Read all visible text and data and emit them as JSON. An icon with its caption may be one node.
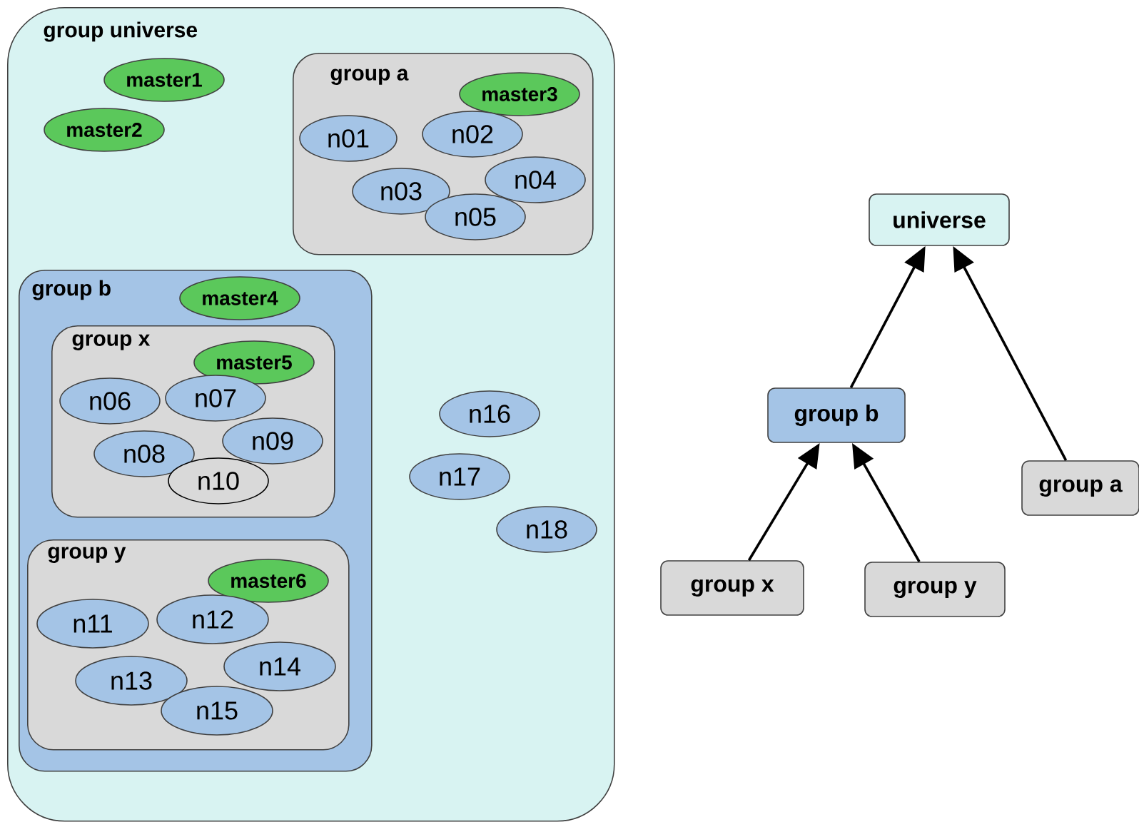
{
  "diagram": {
    "nodes": [
      {
        "text": [
          "group universe"
        ]
      },
      {
        "text": [
          "master1"
        ],
        "in": 0
      },
      {
        "text": [
          "master2"
        ],
        "in": 0
      },
      {
        "text": [
          "group a"
        ],
        "in": 0
      },
      {
        "text": [
          "master3"
        ],
        "in": 3
      },
      {
        "text": [
          "n01"
        ],
        "in": 3
      },
      {
        "text": [
          "n02"
        ],
        "in": 3
      },
      {
        "text": [
          "n03"
        ],
        "in": 3
      },
      {
        "text": [
          "n04"
        ],
        "in": 3
      },
      {
        "text": [
          "n05"
        ],
        "in": 3
      },
      {
        "text": [
          "group b"
        ],
        "in": 0
      },
      {
        "text": [
          "master4"
        ],
        "in": 10
      },
      {
        "text": [
          "group x"
        ],
        "in": 10
      },
      {
        "text": [
          "master5"
        ],
        "in": 12
      },
      {
        "text": [
          "n06"
        ],
        "in": 12
      },
      {
        "text": [
          "n07"
        ],
        "in": 12
      },
      {
        "text": [
          "n08"
        ],
        "in": 12
      },
      {
        "text": [
          "n09"
        ],
        "in": 12
      },
      {
        "text": [
          "n10"
        ],
        "in": 12
      },
      {
        "text": [
          "group y"
        ],
        "in": 10
      },
      {
        "text": [
          "master6"
        ],
        "in": 19
      },
      {
        "text": [
          "n11"
        ],
        "in": 19
      },
      {
        "text": [
          "n12"
        ],
        "in": 19
      },
      {
        "text": [
          "n13"
        ],
        "in": 19
      },
      {
        "text": [
          "n14"
        ],
        "in": 19
      },
      {
        "text": [
          "n15"
        ],
        "in": 19
      },
      {
        "text": [
          "n16"
        ],
        "in": 0
      },
      {
        "text": [
          "n17"
        ],
        "in": 0
      },
      {
        "text": [
          "n18"
        ],
        "in": 0
      },
      {
        "text": [
          "universe"
        ]
      },
      {
        "text": [
          "group b"
        ]
      },
      {
        "text": [
          "group a"
        ]
      },
      {
        "text": [
          "group x"
        ]
      },
      {
        "text": [
          "group y"
        ]
      }
    ],
    "edges": [
      {
        "from": 30,
        "to": 29,
        "arrow": "to"
      },
      {
        "from": 31,
        "to": 29,
        "arrow": "to"
      },
      {
        "from": 32,
        "to": 30,
        "arrow": "to"
      },
      {
        "from": 33,
        "to": 30,
        "arrow": "to"
      }
    ]
  }
}
